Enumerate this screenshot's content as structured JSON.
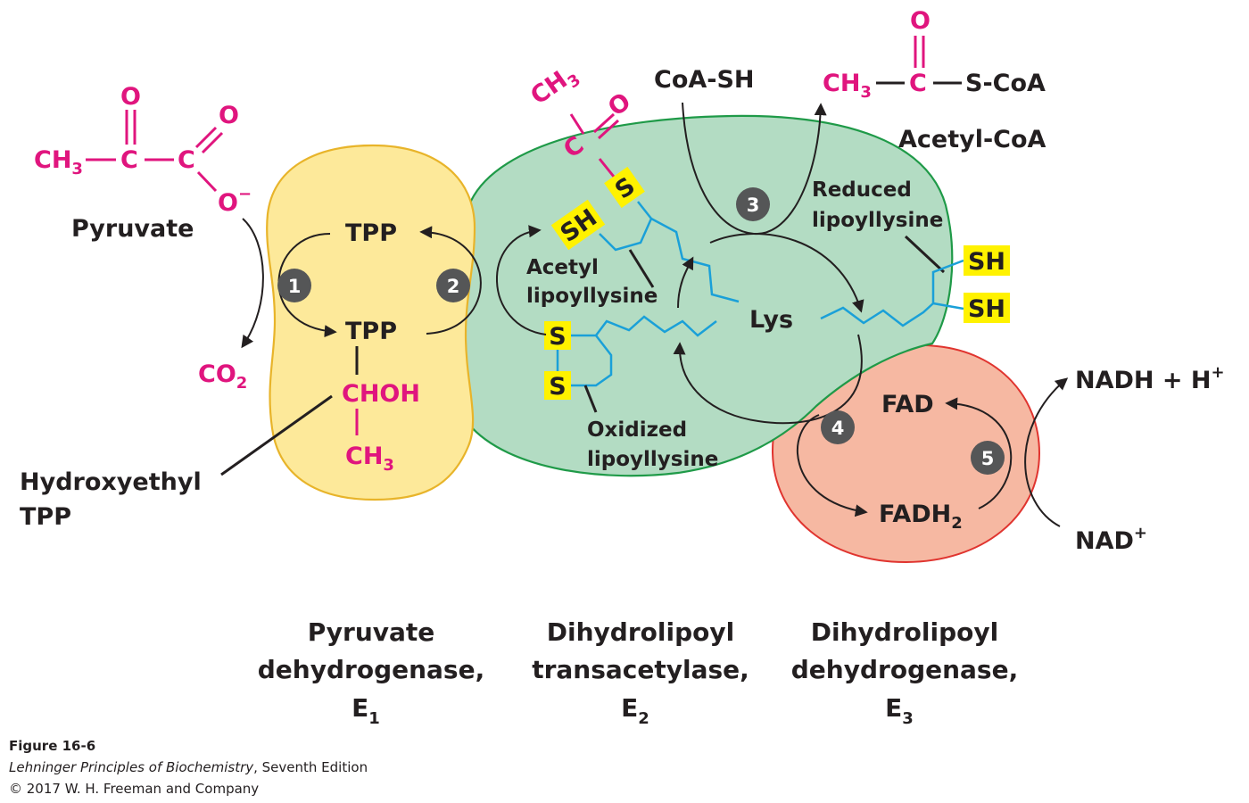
{
  "molecules": {
    "pyruvate": {
      "o_top": "O",
      "o_right": "O",
      "ch3": "CH",
      "sub3": "3",
      "c1": "C",
      "c2": "C",
      "o_minus": "O",
      "minus": "−",
      "name": "Pyruvate"
    },
    "co2": {
      "text": "CO",
      "sub": "2"
    },
    "tpp_top": "TPP",
    "tpp_bottom": "TPP",
    "choh": "CHOH",
    "ch3_bottom": {
      "text": "CH",
      "sub": "3"
    },
    "hydroxyethyl_tpp": [
      "Hydroxyethyl",
      "TPP"
    ],
    "acetyl_group": {
      "ch3": "CH",
      "sub": "3",
      "c": "C",
      "o": "O"
    },
    "acetyl_lipoyllysine": [
      "Acetyl",
      "lipoyllysine"
    ],
    "oxidized_lipoyllysine": [
      "Oxidized",
      "lipoyllysine"
    ],
    "reduced_lipoyllysine": [
      "Reduced",
      "lipoyllysine"
    ],
    "coa_sh": "CoA-SH",
    "acetyl_coa": {
      "o": "O",
      "ch3": "CH",
      "sub": "3",
      "c": "C",
      "scoa": "S-CoA",
      "name": "Acetyl-CoA"
    },
    "lys": "Lys",
    "fad": "FAD",
    "fadh2": {
      "text": "FADH",
      "sub": "2"
    },
    "nadh": {
      "text": "NADH + H",
      "sup": "+"
    },
    "nad": {
      "text": "NAD",
      "sup": "+"
    },
    "sh_badge": "SH",
    "s_badge": "S"
  },
  "steps": [
    "1",
    "2",
    "3",
    "4",
    "5"
  ],
  "enzymes": [
    {
      "lines": [
        "Pyruvate",
        "dehydrogenase,"
      ],
      "symbol": "E",
      "sub": "1"
    },
    {
      "lines": [
        "Dihydrolipoyl",
        "transacetylase,"
      ],
      "symbol": "E",
      "sub": "2"
    },
    {
      "lines": [
        "Dihydrolipoyl",
        "dehydrogenase,"
      ],
      "symbol": "E",
      "sub": "3"
    }
  ],
  "caption": {
    "figure": "Figure 16-6",
    "book": "Lehninger Principles of Biochemistry",
    "edition": ", Seventh Edition",
    "copyright": "© 2017 W. H. Freeman and Company"
  },
  "colors": {
    "e1_fill": "#fde99a",
    "e1_stroke": "#e8b42a",
    "e2_fill": "#b3dcc3",
    "e2_stroke": "#1f9a48",
    "e3_fill": "#f6b8a2",
    "e3_stroke": "#e0342f",
    "magenta": "#e0157e",
    "badge": "#fff200",
    "chain": "#1aa0d8",
    "step_circle": "#555657"
  }
}
